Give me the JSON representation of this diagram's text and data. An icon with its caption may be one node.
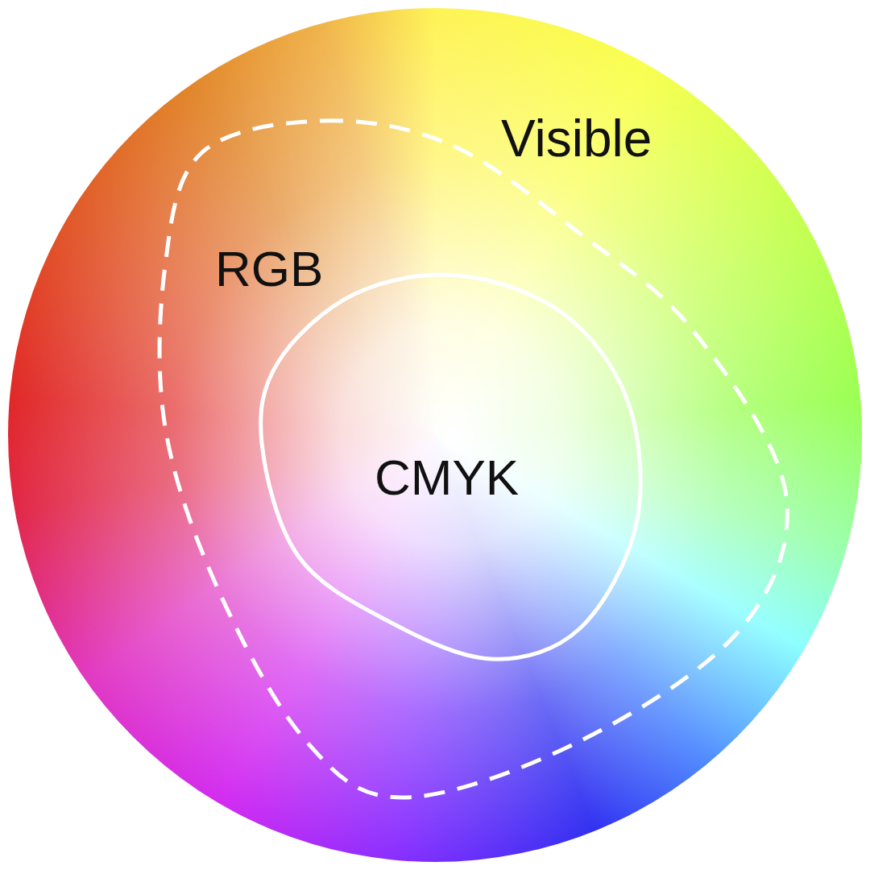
{
  "diagram": {
    "nodes": [
      {
        "text": [
          "Visible"
        ]
      },
      {
        "text": [
          "RGB"
        ],
        "in": 0
      },
      {
        "text": [
          "CMYK"
        ],
        "in": 1
      }
    ]
  }
}
